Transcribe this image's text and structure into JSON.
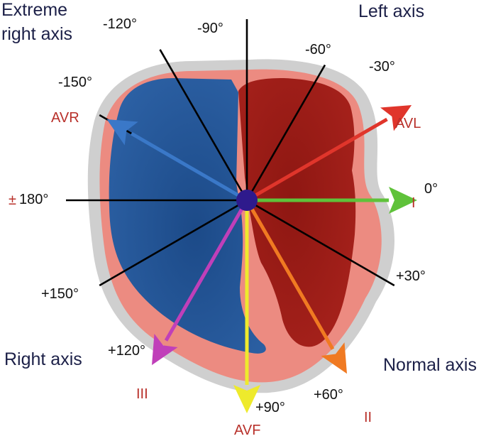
{
  "colors": {
    "navy_text": "#1c2048",
    "lead_text": "#b8302a",
    "outer_rim": "#cfcfcf",
    "pink_wall": "#ec8b81",
    "right_ventricle": "#1f4f8f",
    "left_ventricle": "#9c1d19",
    "center_dot": "#2e1a8c"
  },
  "quadrants": {
    "extreme_right": [
      "Extreme",
      "right axis"
    ],
    "left": "Left axis",
    "right": "Right axis",
    "normal": "Normal axis"
  },
  "angle_labels": {
    "m120": "-120°",
    "m90": "-90°",
    "m60": "-60°",
    "m30": "-30°",
    "m150": "-150°",
    "p180": "180°",
    "zero": "0°",
    "p30": "+30°",
    "p150": "+150°",
    "p120": "+120°",
    "p90": "+90°",
    "p60": "+60°"
  },
  "pm_symbol": "±",
  "leads": [
    {
      "label": "AVR",
      "angle_deg": -150,
      "color": "#3a78c8",
      "icon": "arrow"
    },
    {
      "label": "AVL",
      "angle_deg": -30,
      "color": "#e0352b",
      "icon": "arrow"
    },
    {
      "label": "I",
      "angle_deg": 0,
      "color": "#5fc23a",
      "icon": "arrow"
    },
    {
      "label": "II",
      "angle_deg": 60,
      "color": "#f07a22",
      "icon": "arrow"
    },
    {
      "label": "AVF",
      "angle_deg": 90,
      "color": "#eeea2c",
      "icon": "arrow"
    },
    {
      "label": "III",
      "angle_deg": 120,
      "color": "#c03fb9",
      "icon": "arrow"
    }
  ]
}
